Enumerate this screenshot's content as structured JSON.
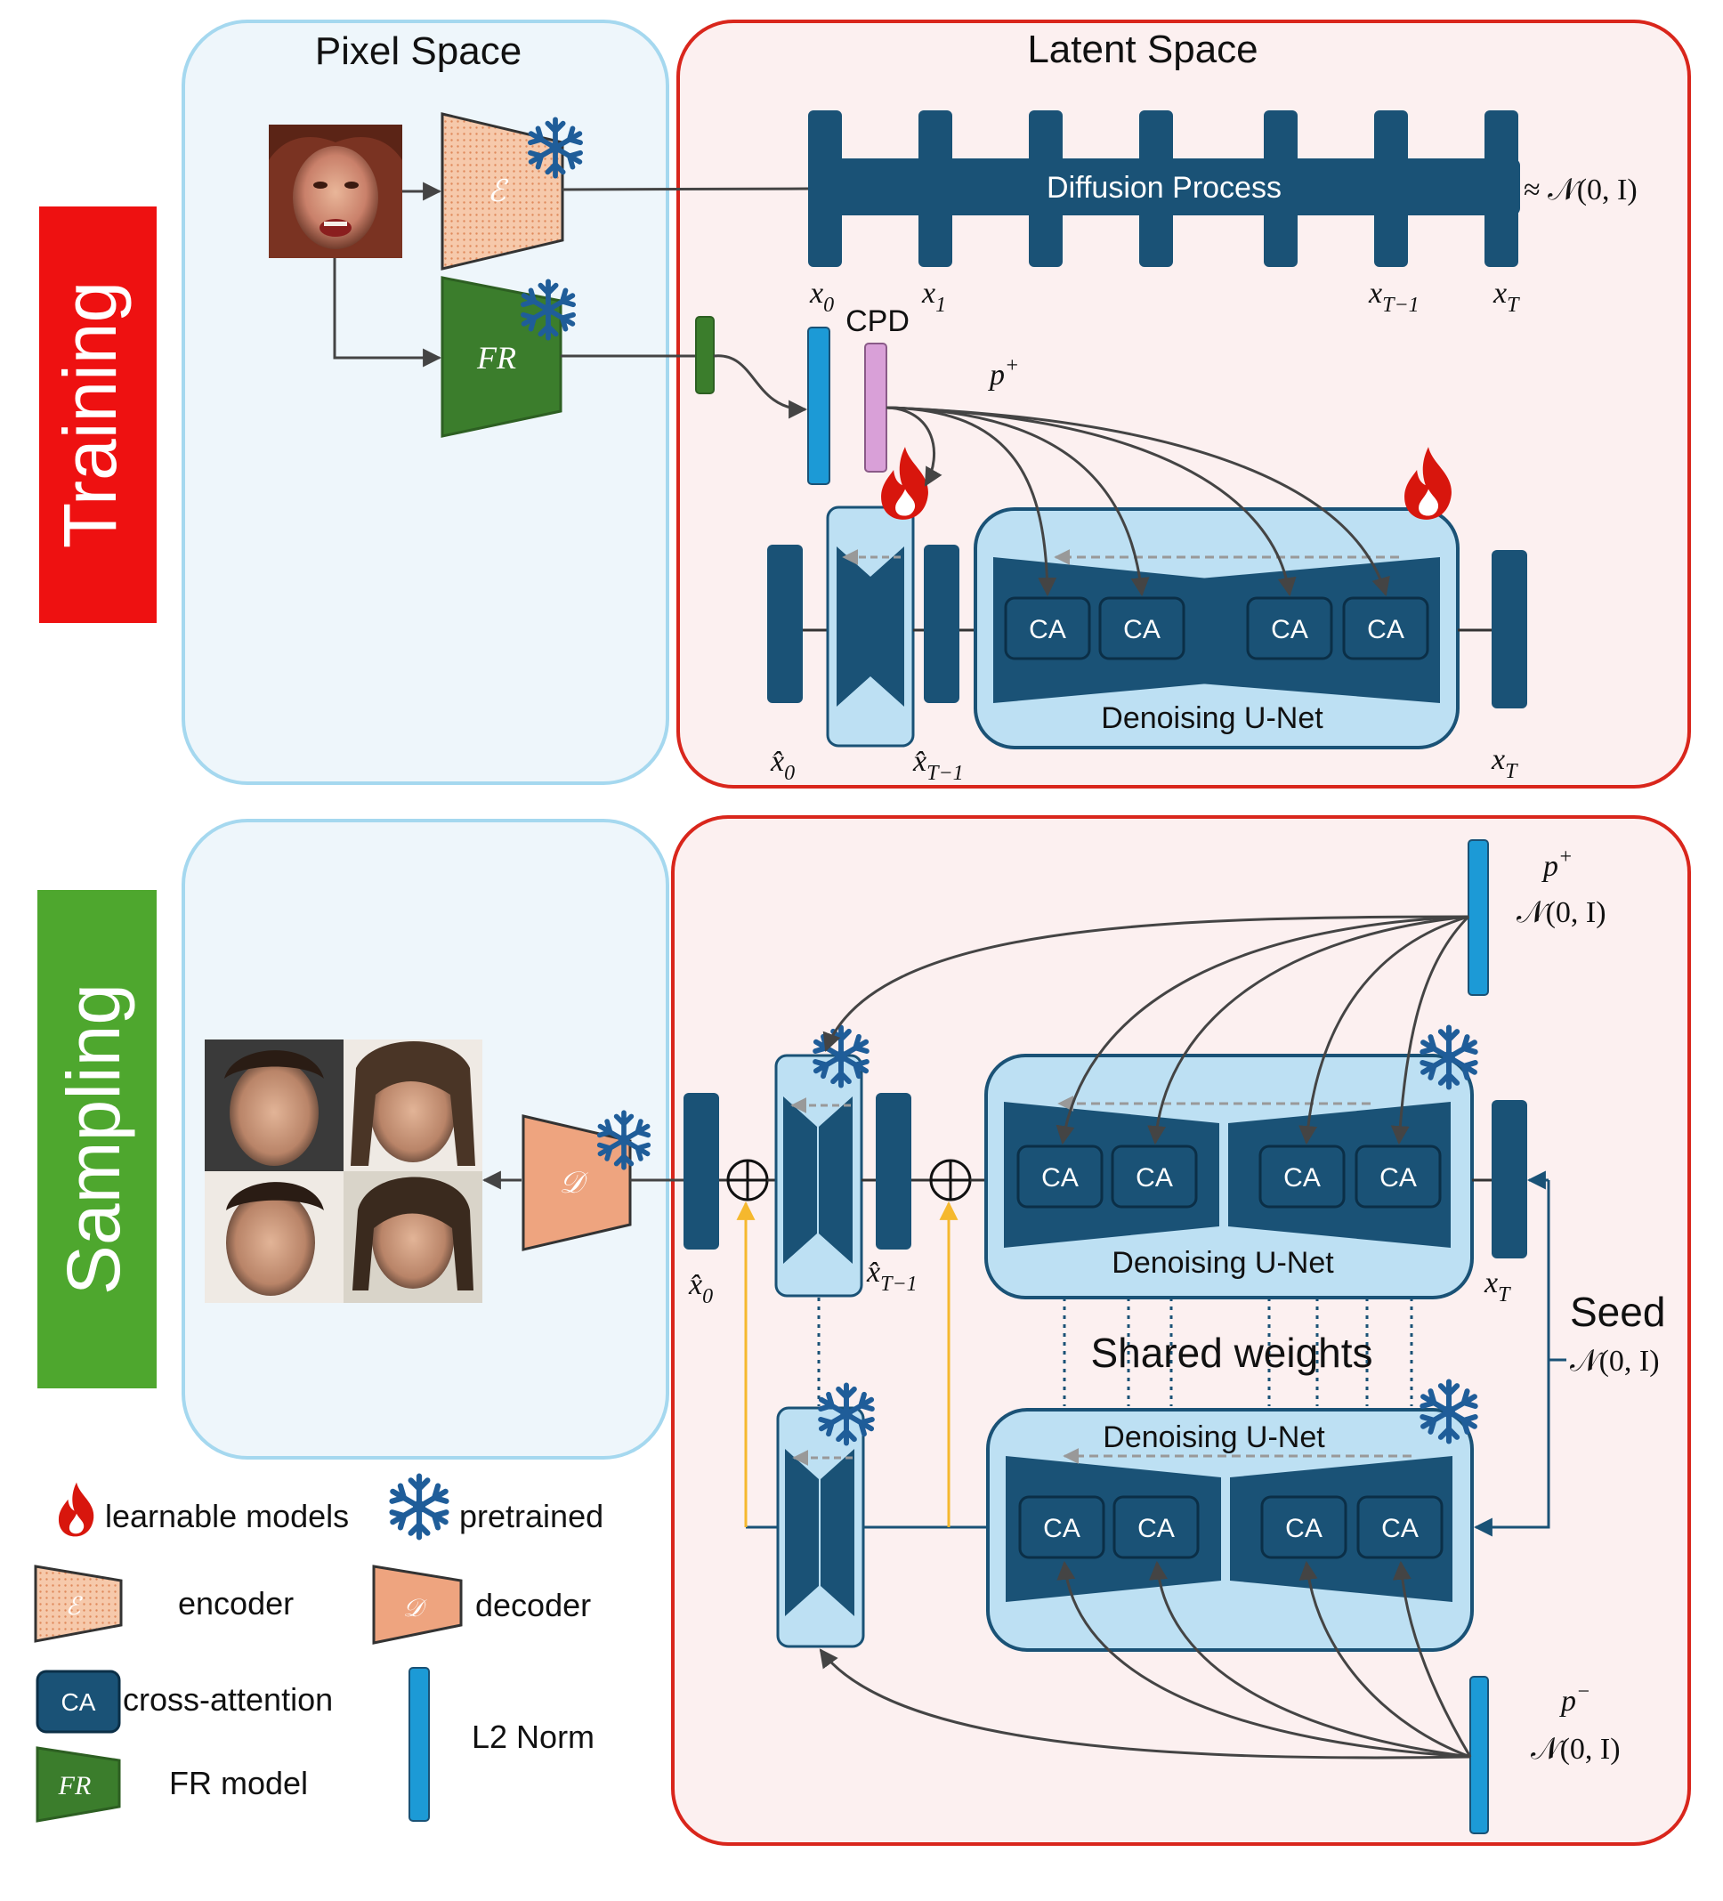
{
  "sections": {
    "training": "Training",
    "sampling": "Sampling",
    "pixel_space": "Pixel Space",
    "latent_space": "Latent Space"
  },
  "training": {
    "diffusion_process": "Diffusion Process",
    "noise_label": "≈ 𝒩(0, I)",
    "cpd": "CPD",
    "unet": "Denoising U-Net",
    "encoder_symbol": "ℰ",
    "fr_symbol": "FR",
    "x_labels": {
      "x0": "x",
      "x0_sub": "0",
      "x1": "x",
      "x1_sub": "1",
      "xT1": "x",
      "xT1_sub": "T−1",
      "xT": "x",
      "xT_sub": "T"
    },
    "hat_labels": {
      "x0": "x̂",
      "x0_sub": "0",
      "xT1": "x̂",
      "xT1_sub": "T−1",
      "xT": "x",
      "xT_sub": "T"
    },
    "p_plus": "p",
    "p_plus_sup": "+"
  },
  "sampling": {
    "unet_top": "Denoising U-Net",
    "unet_bottom": "Denoising U-Net",
    "shared_weights": "Shared weights",
    "seed": "Seed",
    "seed_noise": "𝒩(0, I)",
    "p_plus": "p",
    "p_plus_sup": "+",
    "p_plus_noise": "𝒩(0, I)",
    "p_minus": "p",
    "p_minus_sup": "−",
    "p_minus_noise": "𝒩(0, I)",
    "decoder_symbol": "𝒟",
    "oplus": "⊕",
    "hat_labels": {
      "x0": "x̂",
      "x0_sub": "0",
      "xT1": "x̂",
      "xT1_sub": "T−1",
      "xT": "x",
      "xT_sub": "T"
    }
  },
  "ca_label": "CA",
  "legend": {
    "learnable": "learnable models",
    "pretrained": "pretrained",
    "encoder": "encoder",
    "decoder": "decoder",
    "cross_attention": "cross-attention",
    "fr_model": "FR model",
    "l2_norm": "L2 Norm",
    "encoder_symbol": "ℰ",
    "decoder_symbol": "𝒟",
    "ca_symbol": "CA",
    "fr_symbol": "FR"
  },
  "icons": {
    "learnable": "fire-icon",
    "pretrained": "snowflake-icon"
  },
  "colors": {
    "training_red": "#ee1111",
    "sampling_green": "#4ea72e",
    "pixel_space_fill": "#eef6fb",
    "pixel_space_border": "#a5d8ef",
    "latent_fill": "#fcf0f0",
    "latent_border": "#d9261c",
    "dark_blue": "#1a5276",
    "light_blue": "#bde0f3",
    "l2_blue": "#1c9ad6",
    "cpd_pink": "#d9a0d8",
    "fr_green": "#3b7d2c",
    "encoder_orange": "#f6c9ab",
    "decoder_orange": "#eea47f",
    "flame": "#d8160d",
    "snow": "#1f5d99",
    "yellow_arrow": "#f5b82e"
  }
}
